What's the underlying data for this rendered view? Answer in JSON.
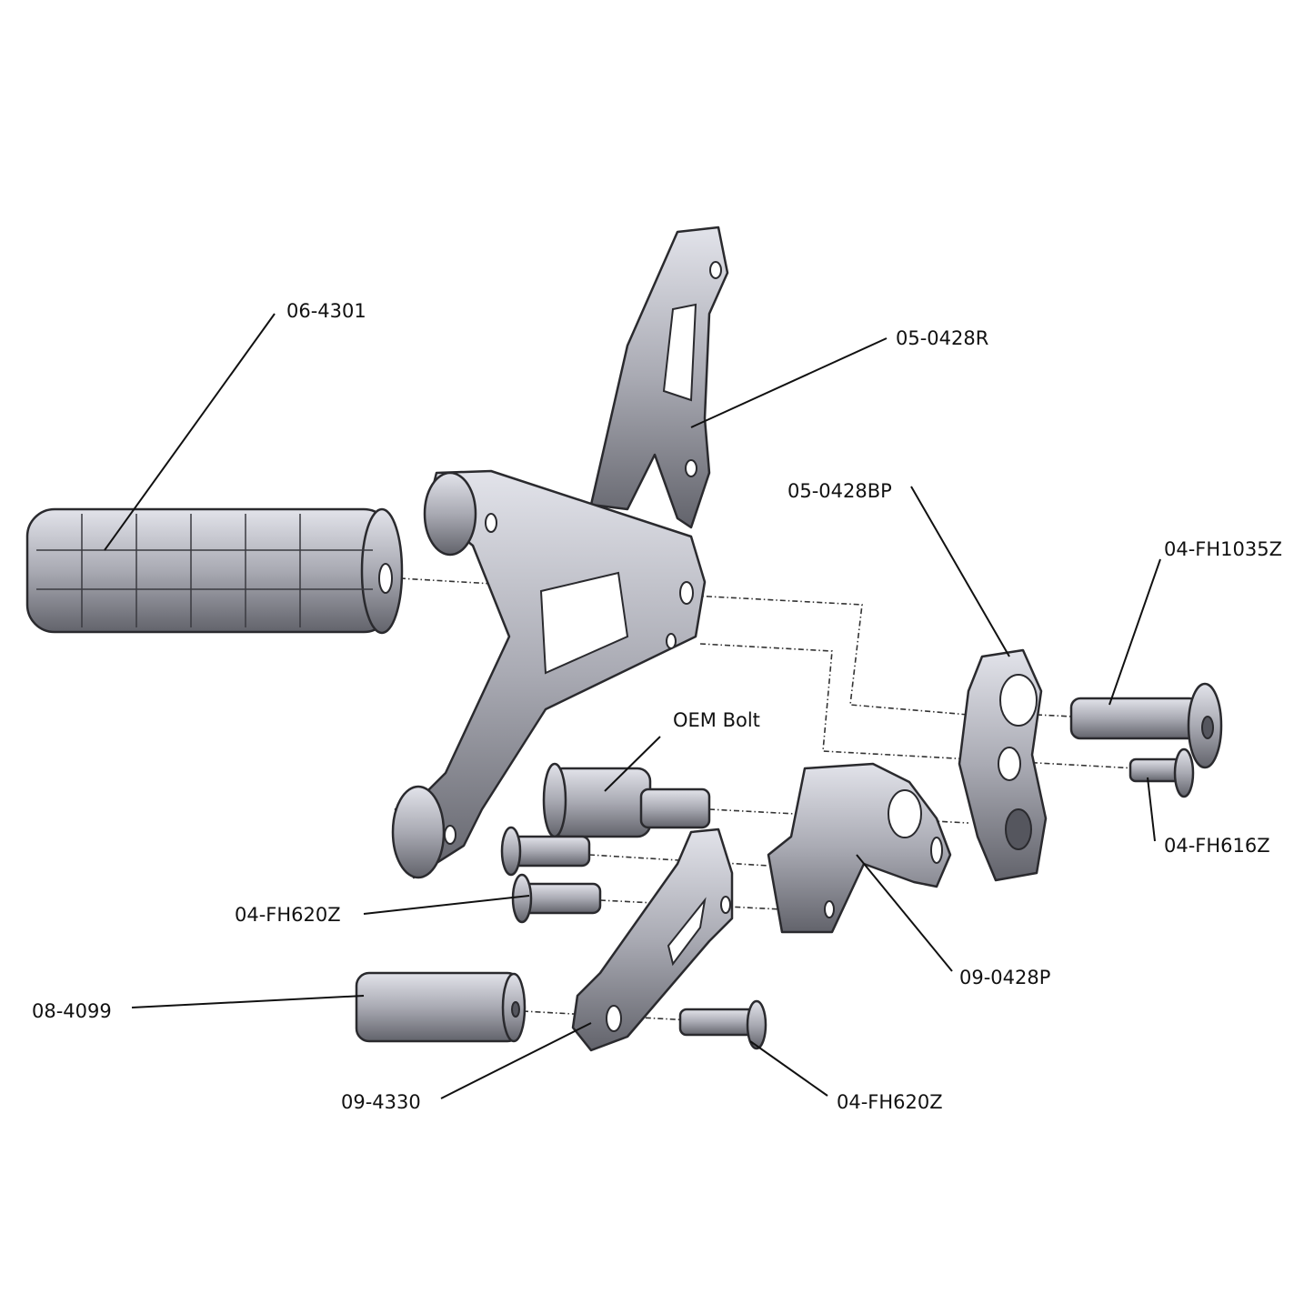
{
  "labels": {
    "grip": "06-4301",
    "bracket_right": "05-0428R",
    "bearing_plate": "05-0428BP",
    "bolt_1035": "04-FH1035Z",
    "oem_bolt": "OEM Bolt",
    "bolt_616": "04-FH616Z",
    "bolt_620_left": "04-FH620Z",
    "pivot": "09-0428P",
    "spacer": "08-4099",
    "lever": "09-4330",
    "bolt_620_bottom": "04-FH620Z"
  },
  "colors": {
    "metal_light": "#d4d5dc",
    "metal_dark": "#6b6c74",
    "outline": "#2a2a2e"
  }
}
